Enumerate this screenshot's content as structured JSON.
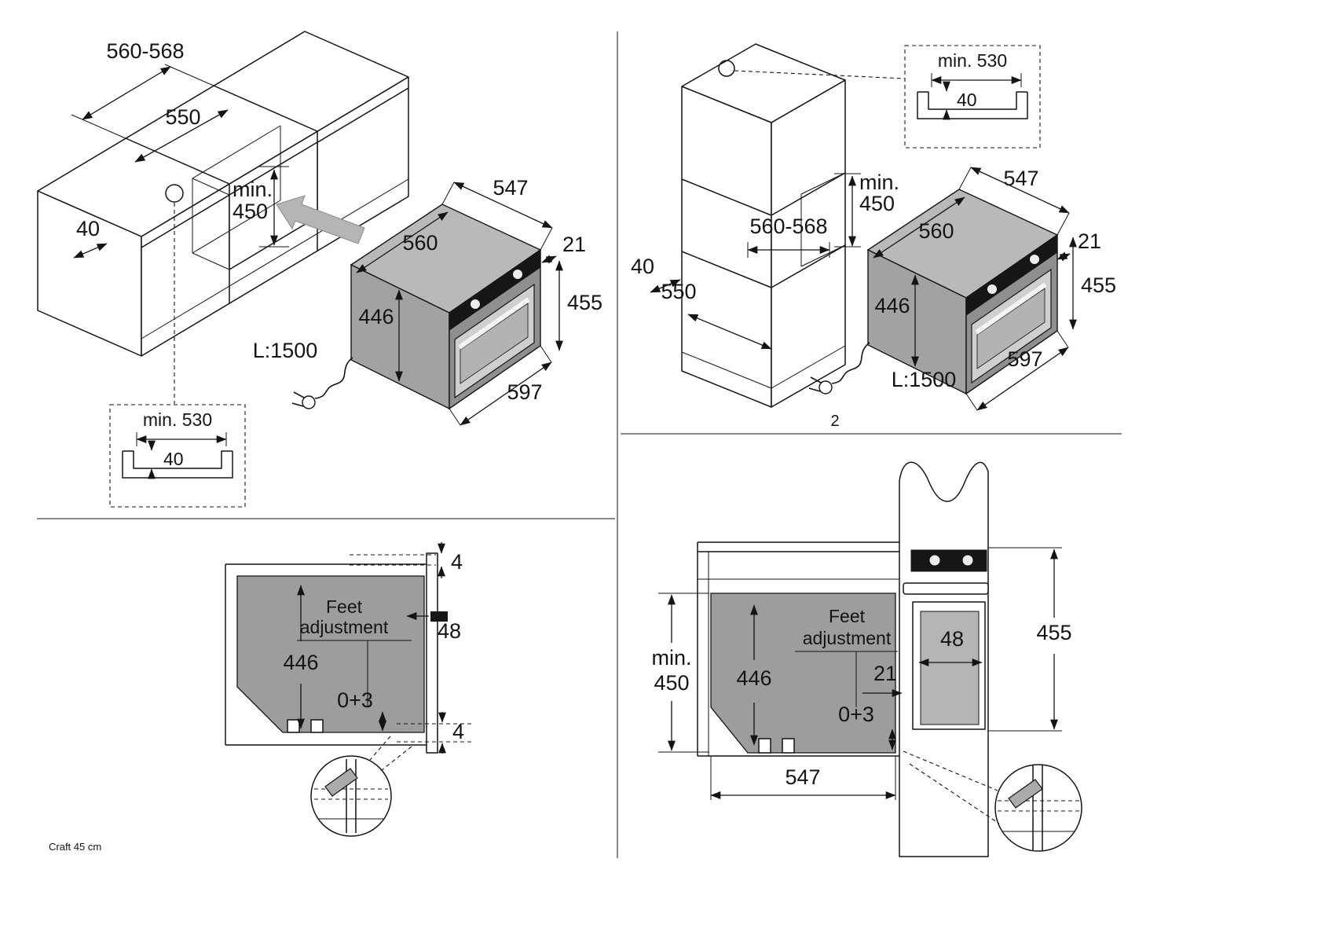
{
  "meta": {
    "footer": "Craft 45 cm"
  },
  "tl": {
    "width_range": "560-568",
    "depth550": "550",
    "min_label": "min.",
    "min_value": "450",
    "gap40": "40",
    "oven_depth547": "547",
    "oven_width560": "560",
    "door21": "21",
    "height455": "455",
    "body446": "446",
    "cord": "L:1500",
    "front597": "597",
    "inset_min530": "min. 530",
    "inset_40": "40"
  },
  "tr": {
    "width_range": "560-568",
    "depth550": "550",
    "min_label": "min.",
    "min_value": "450",
    "gap40": "40",
    "oven_depth547": "547",
    "oven_width560": "560",
    "door21": "21",
    "height455": "455",
    "body446": "446",
    "cord": "L:1500",
    "front597": "597",
    "inset_min530": "min. 530",
    "inset_40": "40",
    "figure_number": "2"
  },
  "bl": {
    "gap4_top": "4",
    "feet1": "Feet",
    "feet2": "adjustment",
    "dim48": "48",
    "body446": "446",
    "adjust": "0+3",
    "gap4_bottom": "4"
  },
  "br": {
    "min_label": "min.",
    "min_value": "450",
    "body446": "446",
    "feet1": "Feet",
    "feet2": "adjustment",
    "dim48": "48",
    "dim21": "21",
    "adjust": "0+3",
    "height455": "455",
    "width547": "547"
  },
  "colors": {
    "line": "#141414",
    "cavity_gray": "#9d9d9d",
    "arrow_gray": "#b5b5b5",
    "panel_black": "#161616"
  }
}
